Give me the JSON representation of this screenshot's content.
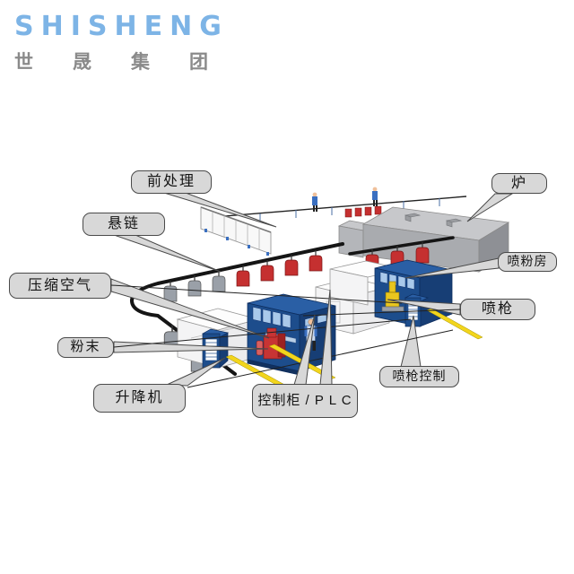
{
  "logo": {
    "name": "SHISHENG",
    "cjk": "世晟集团",
    "brand_color": "#7db4e6",
    "cjk_color": "#8a8a8a"
  },
  "callouts": [
    {
      "id": "pretreatment",
      "label": "前处理"
    },
    {
      "id": "oven",
      "label": "炉"
    },
    {
      "id": "overhead-chain",
      "label": "悬链"
    },
    {
      "id": "powder-booth",
      "label": "喷粉房"
    },
    {
      "id": "compressed-air",
      "label": "压缩空气"
    },
    {
      "id": "spray-gun",
      "label": "喷枪"
    },
    {
      "id": "powder",
      "label": "粉末"
    },
    {
      "id": "gun-control",
      "label": "喷枪控制"
    },
    {
      "id": "lifter",
      "label": "升降机"
    },
    {
      "id": "control-cabinet",
      "label": "控制柜 / P L C"
    }
  ],
  "colors": {
    "callout_fill": "#d8d8d8",
    "callout_border": "#4a4a4a",
    "machine_blue": "#1d4d8c",
    "window_blue": "#a9c9ea",
    "oven_gray": "#a9abaf",
    "part_red": "#c53030",
    "rail_yellow": "#f2d51c",
    "chain_black": "#151515"
  }
}
